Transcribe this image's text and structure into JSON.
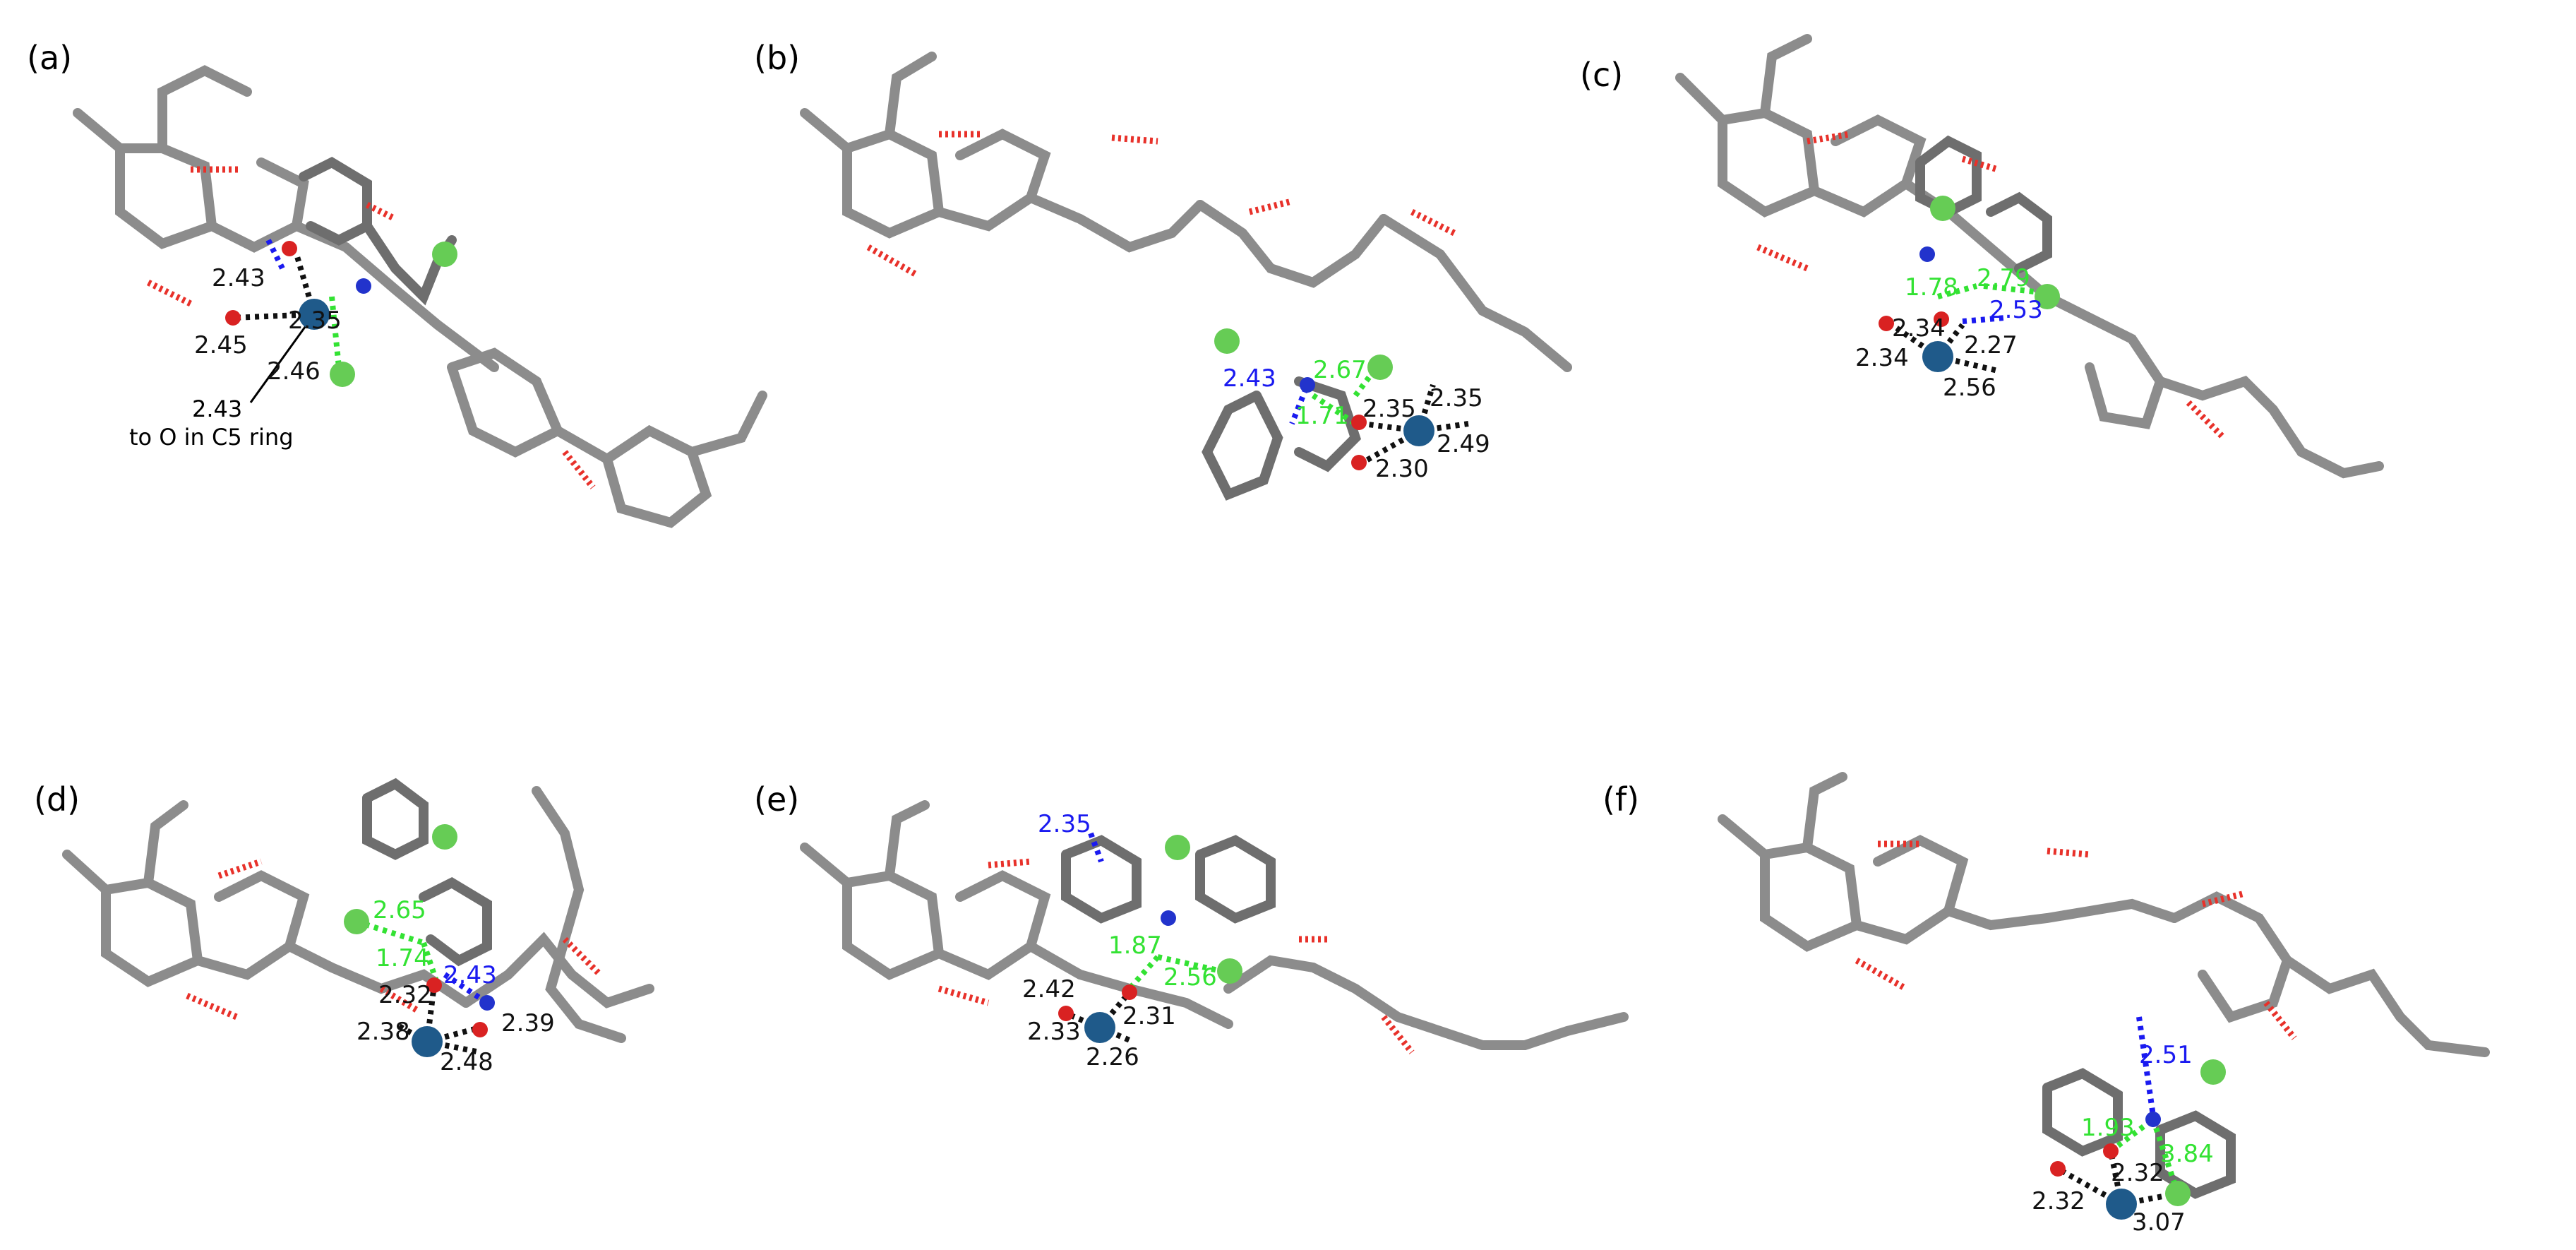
{
  "colors": {
    "carbon": "#8c8c8c",
    "oxygen": "#d92222",
    "nitrogen": "#2233cc",
    "chlorine": "#66cc55",
    "hydrogen": "#eeeeee",
    "metal": "#1f5a8a",
    "hbond": "#e8312a",
    "distance_black": "#111111",
    "distance_green": "#33e233",
    "distance_blue": "#1a1af0"
  },
  "panels": [
    {
      "label": "(a)",
      "note_value": "2.43",
      "note_text": "to O in C5 ring",
      "distances": [
        {
          "text": "2.43",
          "color": "black"
        },
        {
          "text": "2.35",
          "color": "black"
        },
        {
          "text": "2.45",
          "color": "black"
        },
        {
          "text": "2.46",
          "color": "black"
        }
      ]
    },
    {
      "label": "(b)",
      "distances": [
        {
          "text": "2.67",
          "color": "green"
        },
        {
          "text": "2.43",
          "color": "blue"
        },
        {
          "text": "1.71",
          "color": "green"
        },
        {
          "text": "2.35",
          "color": "black"
        },
        {
          "text": "2.35",
          "color": "black"
        },
        {
          "text": "2.49",
          "color": "black"
        },
        {
          "text": "2.30",
          "color": "black"
        }
      ]
    },
    {
      "label": "(c)",
      "distances": [
        {
          "text": "1.78",
          "color": "green"
        },
        {
          "text": "2.79",
          "color": "green"
        },
        {
          "text": "2.53",
          "color": "blue"
        },
        {
          "text": "2.34",
          "color": "black"
        },
        {
          "text": "2.27",
          "color": "black"
        },
        {
          "text": "2.34",
          "color": "black"
        },
        {
          "text": "2.56",
          "color": "black"
        }
      ]
    },
    {
      "label": "(d)",
      "distances": [
        {
          "text": "2.65",
          "color": "green"
        },
        {
          "text": "1.74",
          "color": "green"
        },
        {
          "text": "2.43",
          "color": "blue"
        },
        {
          "text": "2.32",
          "color": "black"
        },
        {
          "text": "2.39",
          "color": "black"
        },
        {
          "text": "2.38",
          "color": "black"
        },
        {
          "text": "2.48",
          "color": "black"
        }
      ]
    },
    {
      "label": "(e)",
      "distances": [
        {
          "text": "2.35",
          "color": "blue"
        },
        {
          "text": "1.87",
          "color": "green"
        },
        {
          "text": "2.56",
          "color": "green"
        },
        {
          "text": "2.42",
          "color": "black"
        },
        {
          "text": "2.31",
          "color": "black"
        },
        {
          "text": "2.33",
          "color": "black"
        },
        {
          "text": "2.26",
          "color": "black"
        }
      ]
    },
    {
      "label": "(f)",
      "distances": [
        {
          "text": "2.51",
          "color": "blue"
        },
        {
          "text": "1.93",
          "color": "green"
        },
        {
          "text": "3.84",
          "color": "green"
        },
        {
          "text": "2.32",
          "color": "black"
        },
        {
          "text": "2.32",
          "color": "black"
        },
        {
          "text": "3.07",
          "color": "black"
        }
      ]
    }
  ]
}
